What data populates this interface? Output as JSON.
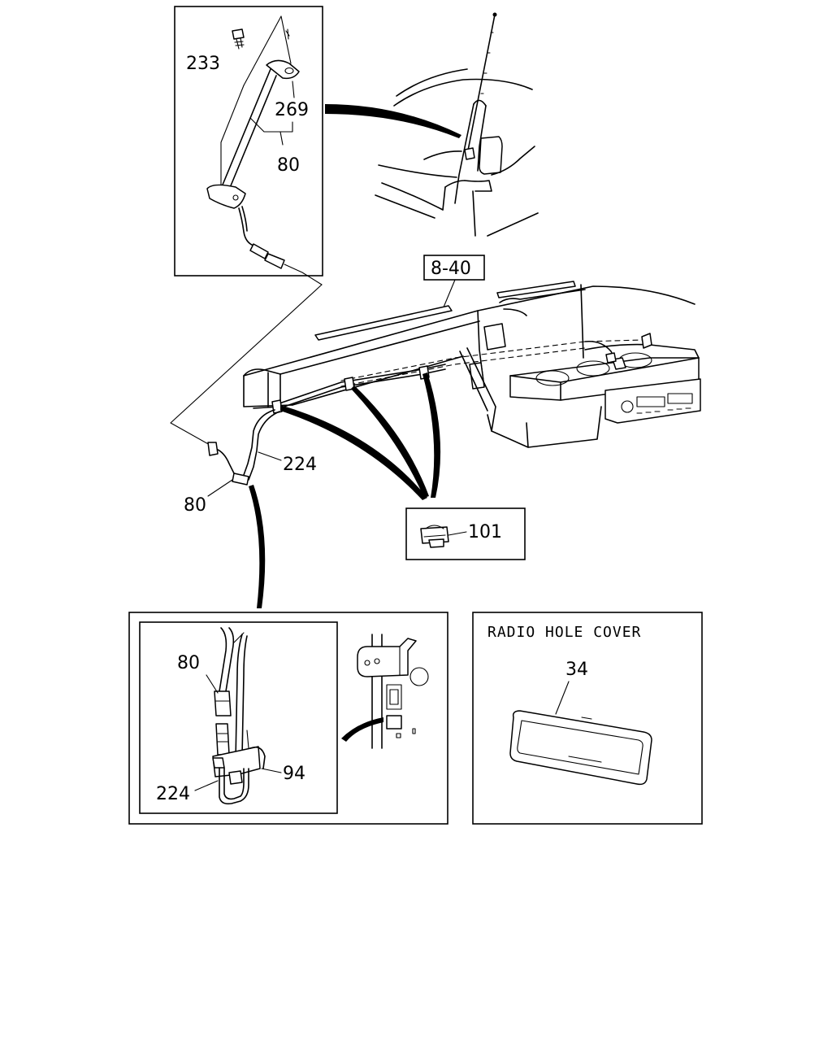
{
  "diagram": {
    "labels": {
      "l233": "233",
      "l269": "269",
      "l80_top": "80",
      "l840": "8-40",
      "l224_mid": "224",
      "l80_mid": "80",
      "l101": "101",
      "l80_inset": "80",
      "l94": "94",
      "l224_inset": "224",
      "l34": "34",
      "radio_hole_cover": "RADIO HOLE COVER"
    }
  }
}
